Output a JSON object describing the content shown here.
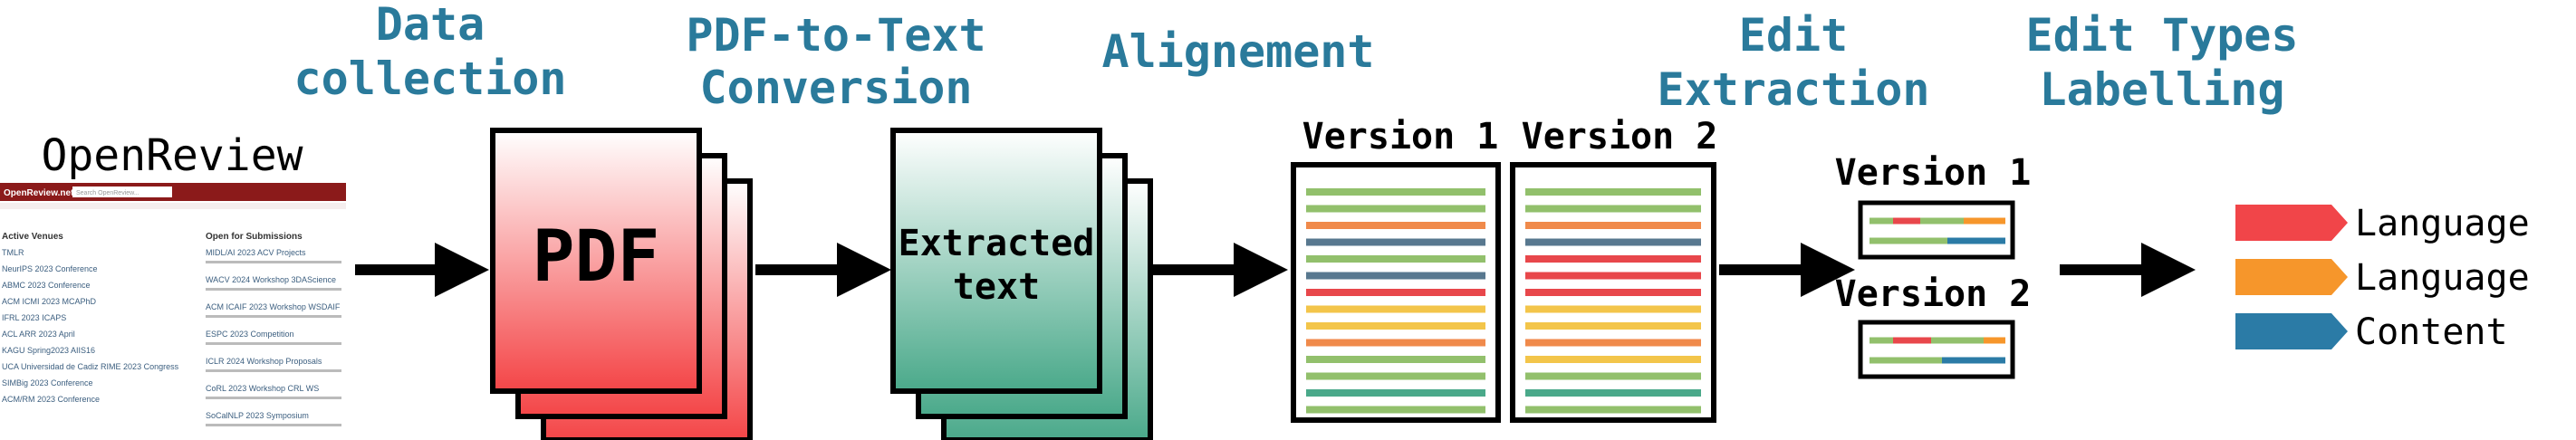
{
  "steps": {
    "data_collection": [
      "Data",
      "collection"
    ],
    "pdf_to_text": [
      "PDF-to-Text",
      "Conversion"
    ],
    "alignment": [
      "Alignement"
    ],
    "edit_extraction": [
      "Edit",
      "Extraction"
    ],
    "edit_types": [
      "Edit Types",
      "Labelling"
    ]
  },
  "openreview": {
    "heading": "OpenReview",
    "brand": "OpenReview.net",
    "search_placeholder": "Search OpenReview...",
    "active_venues_title": "Active Venues",
    "active_venues": [
      "TMLR",
      "NeurIPS 2023 Conference",
      "ABMC 2023 Conference",
      "ACM ICMI 2023 MCAPhD",
      "IFRL 2023 ICAPS",
      "ACL ARR 2023 April",
      "KAGU Spring2023 AIIS16",
      "UCA Universidad de Cadiz RIME 2023 Congress",
      "SIMBig 2023 Conference",
      "ACM/RM 2023 Conference"
    ],
    "open_submissions_title": "Open for Submissions",
    "open_submissions": [
      "MIDL/AI 2023 ACV Projects",
      "WACV 2024 Workshop 3DAScience",
      "ACM ICAIF 2023 Workshop WSDAIF",
      "ESPC 2023 Competition",
      "ICLR 2024 Workshop Proposals",
      "CoRL 2023 Workshop CRL WS",
      "SoCalNLP 2023 Symposium"
    ]
  },
  "pdf_label": "PDF",
  "extracted_label": [
    "Extracted",
    "text"
  ],
  "versions": {
    "v1": "Version 1",
    "v2": "Version 2"
  },
  "legend": [
    {
      "label": "Language",
      "color": "#f14549"
    },
    {
      "label": "Language",
      "color": "#f6962b"
    },
    {
      "label": "Content",
      "color": "#2b7ba6"
    }
  ],
  "colors": {
    "step_title": "#2a7a9b",
    "openreview_red": "#8b1a1a",
    "pdf_red": "#f44547",
    "text_green": "#4aa98a",
    "green_line": "#92c06c",
    "slate_line": "#58788f",
    "red_line": "#e8474b",
    "yellow_line": "#f3c54a",
    "orange_line": "#f08a4b",
    "teal_line": "#4aa98a",
    "blue_line": "#2b7ba6",
    "orange_mark": "#f6962b",
    "red_mark": "#f14549"
  }
}
